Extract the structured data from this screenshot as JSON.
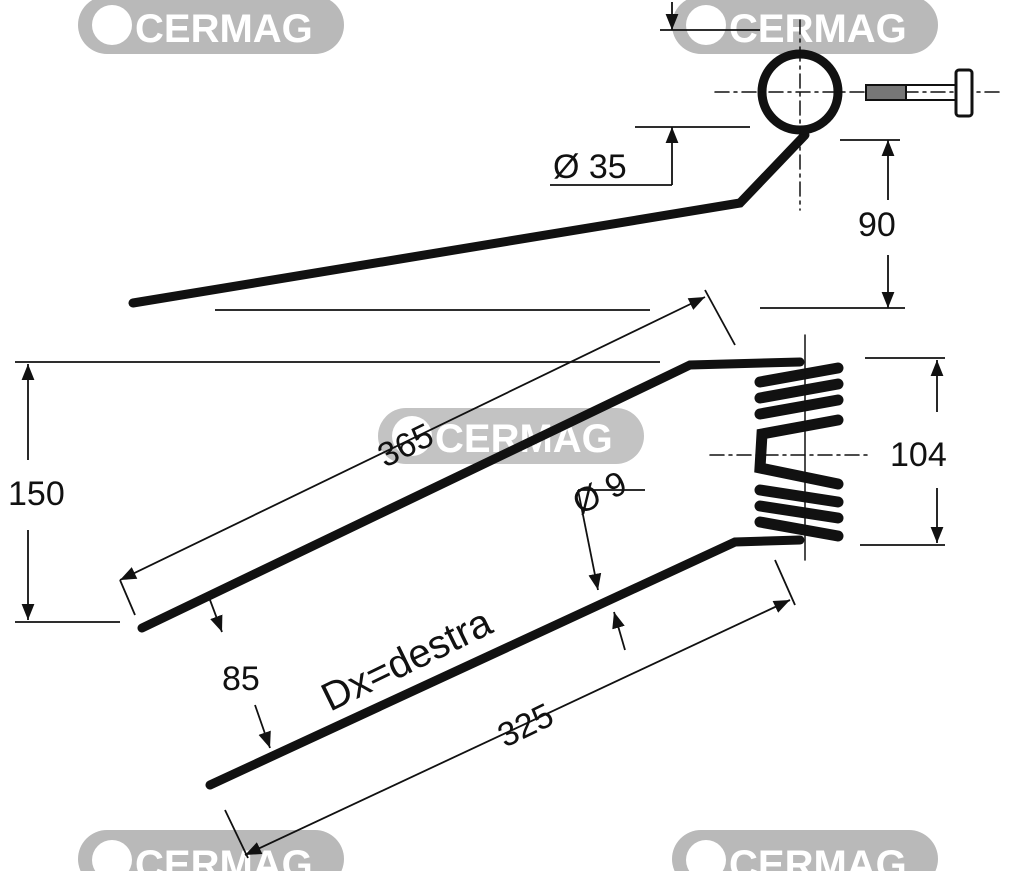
{
  "watermark": {
    "text": "CERMAG",
    "color": "#b9b9b9"
  },
  "dimensions": {
    "eye_diameter": "Ø 35",
    "eye_height": "90",
    "long_tine": "365",
    "coil_width": "104",
    "total_height": "150",
    "wire_diameter": "Ø 9",
    "tine_spacing": "85",
    "short_tine": "325"
  },
  "label": {
    "side": "Dx=destra"
  },
  "colors": {
    "ink": "#111111"
  }
}
